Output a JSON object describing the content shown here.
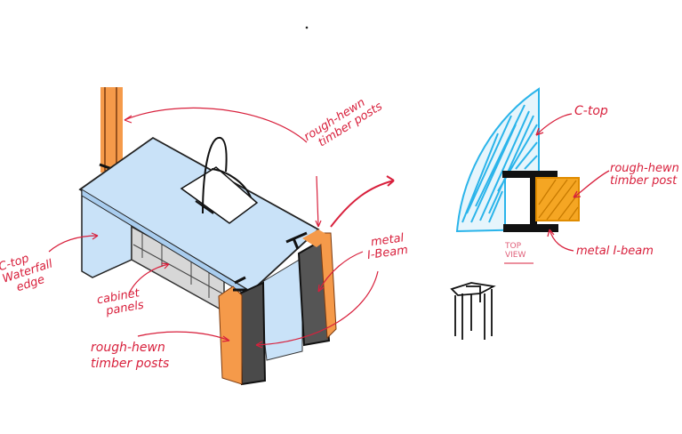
{
  "colors": {
    "annotation": "#d8203c",
    "countertop": "#c9e2f8",
    "countertop_scribble": "#2ab4ea",
    "timber": "#f59a4a",
    "timber_top_view": "#f5a623",
    "ibeam": "#4a4a4a",
    "cabinet": "#d7d7d7"
  },
  "perspective_view": {
    "labels": {
      "timber_posts_top": [
        "rough-hewn",
        "timber posts"
      ],
      "metal_ibeam": [
        "metal",
        "I-Beam"
      ],
      "waterfall_edge": [
        "C-top",
        "Waterfall",
        "edge"
      ],
      "cabinet_panels": [
        "cabinet",
        "panels"
      ],
      "timber_posts_bottom": [
        "rough-hewn",
        "timber posts"
      ]
    }
  },
  "top_view": {
    "title": "TOP VIEW",
    "labels": {
      "ctop": "C-top",
      "timber_post": [
        "rough-hewn",
        "timber post"
      ],
      "metal_ibeam": "metal I-beam"
    }
  }
}
